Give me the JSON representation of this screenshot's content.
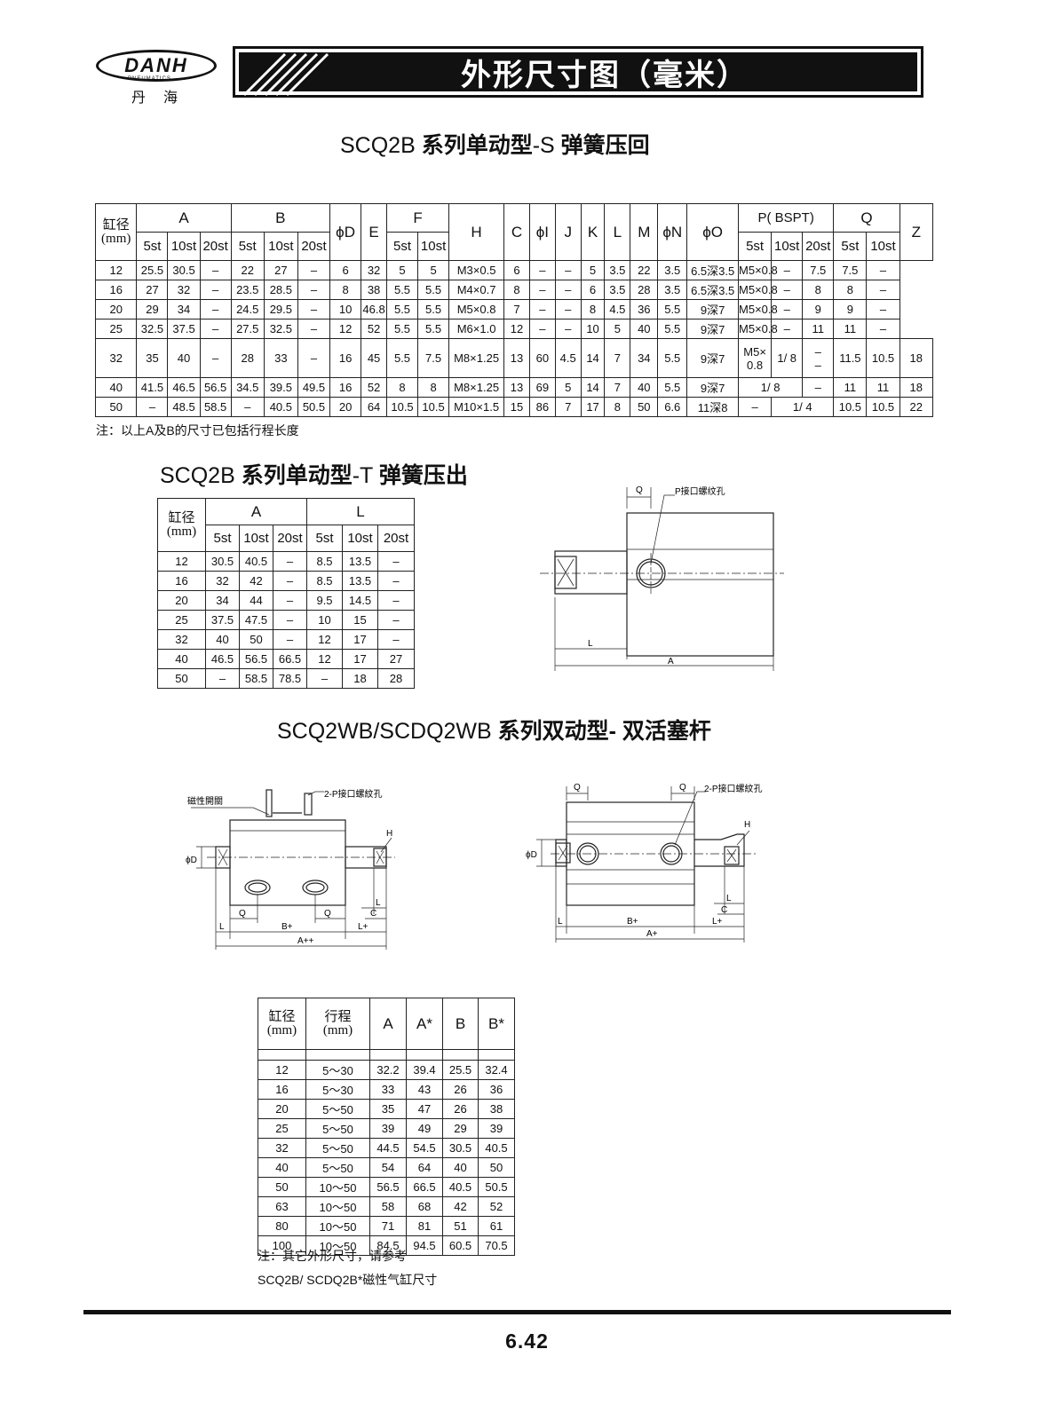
{
  "header": {
    "brand": "DANH",
    "brand_sub": "PNEUMATICS",
    "brand_cn": "丹海",
    "title": "外形尺寸图（毫米）"
  },
  "section1": {
    "title_prefix": "SCQ2B ",
    "title_bold": "系列单动型",
    "title_suffix": "-S ",
    "title_tail": "弹簧压回",
    "headers": {
      "bore": "缸径\n(mm)",
      "A": "A",
      "B": "B",
      "D": "ϕD",
      "E": "E",
      "F": "F",
      "H": "H",
      "C": "C",
      "I": "ϕI",
      "J": "J",
      "K": "K",
      "L": "L",
      "M": "M",
      "N": "ϕN",
      "O": "ϕO",
      "P": "P( BSPT)",
      "Q": "Q",
      "Z": "Z",
      "st5": "5st",
      "st10": "10st",
      "st20": "20st"
    },
    "rows": [
      [
        "12",
        "25.5",
        "30.5",
        "–",
        "22",
        "27",
        "–",
        "6",
        "32",
        "5",
        "5",
        "M3×0.5",
        "6",
        "–",
        "–",
        "5",
        "3.5",
        "22",
        "3.5",
        "6.5深3.5",
        "M5×0.8",
        "–",
        "7.5",
        "7.5",
        "–"
      ],
      [
        "16",
        "27",
        "32",
        "–",
        "23.5",
        "28.5",
        "–",
        "8",
        "38",
        "5.5",
        "5.5",
        "M4×0.7",
        "8",
        "–",
        "–",
        "6",
        "3.5",
        "28",
        "3.5",
        "6.5深3.5",
        "M5×0.8",
        "–",
        "8",
        "8",
        "–"
      ],
      [
        "20",
        "29",
        "34",
        "–",
        "24.5",
        "29.5",
        "–",
        "10",
        "46.8",
        "5.5",
        "5.5",
        "M5×0.8",
        "7",
        "–",
        "–",
        "8",
        "4.5",
        "36",
        "5.5",
        "9深7",
        "M5×0.8",
        "–",
        "9",
        "9",
        "–"
      ],
      [
        "25",
        "32.5",
        "37.5",
        "–",
        "27.5",
        "32.5",
        "–",
        "12",
        "52",
        "5.5",
        "5.5",
        "M6×1.0",
        "12",
        "–",
        "–",
        "10",
        "5",
        "40",
        "5.5",
        "9深7",
        "M5×0.8",
        "–",
        "11",
        "11",
        "–"
      ]
    ],
    "row32": {
      "cells_a": [
        "32",
        "35",
        "40",
        "–",
        "28",
        "33",
        "–",
        "16",
        "45",
        "5.5",
        "7.5",
        "M8×1.25",
        "13",
        "60",
        "4.5",
        "14",
        "7",
        "34",
        "5.5",
        "9深7"
      ],
      "p5": "M5×\n0.8",
      "p10": "1/ 8",
      "p20": "–\n–",
      "cells_b": [
        "11.5",
        "10.5",
        "18"
      ]
    },
    "row40": {
      "cells_a": [
        "40",
        "41.5",
        "46.5",
        "56.5",
        "34.5",
        "39.5",
        "49.5",
        "16",
        "52",
        "8",
        "8",
        "M8×1.25",
        "13",
        "69",
        "5",
        "14",
        "7",
        "40",
        "5.5",
        "9深7"
      ],
      "p510": "1/ 8",
      "p20": "–",
      "cells_b": [
        "11",
        "11",
        "18"
      ]
    },
    "row50": {
      "cells_a": [
        "50",
        "–",
        "48.5",
        "58.5",
        "–",
        "40.5",
        "50.5",
        "20",
        "64",
        "10.5",
        "10.5",
        "M10×1.5",
        "15",
        "86",
        "7",
        "17",
        "8",
        "50",
        "6.6",
        "11深8"
      ],
      "p5": "–",
      "p1020": "1/ 4",
      "cells_b": [
        "10.5",
        "10.5",
        "22"
      ]
    },
    "note": "注：以上A及B的尺寸已包括行程长度"
  },
  "section2": {
    "title_prefix": "SCQ2B  ",
    "title_bold": "系列单动型",
    "title_suffix": "-T  ",
    "title_tail": "弹簧压出",
    "headers": {
      "bore": "缸径\n(mm)",
      "A": "A",
      "L": "L",
      "st5": "5st",
      "st10": "10st",
      "st20": "20st"
    },
    "rows": [
      [
        "12",
        "30.5",
        "40.5",
        "–",
        "8.5",
        "13.5",
        "–"
      ],
      [
        "16",
        "32",
        "42",
        "–",
        "8.5",
        "13.5",
        "–"
      ],
      [
        "20",
        "34",
        "44",
        "–",
        "9.5",
        "14.5",
        "–"
      ],
      [
        "25",
        "37.5",
        "47.5",
        "–",
        "10",
        "15",
        "–"
      ],
      [
        "32",
        "40",
        "50",
        "–",
        "12",
        "17",
        "–"
      ],
      [
        "40",
        "46.5",
        "56.5",
        "66.5",
        "12",
        "17",
        "27"
      ],
      [
        "50",
        "–",
        "58.5",
        "78.5",
        "–",
        "18",
        "28"
      ]
    ],
    "diagram": {
      "label_q": "Q",
      "label_p": "P接口螺纹孔",
      "label_l": "L",
      "label_a": "A"
    }
  },
  "section3": {
    "title_prefix": "SCQ2WB/SCDQ2WB ",
    "title_bold": "系列双动型-  双活塞杆",
    "diagram_left": {
      "label_switch": "磁性開關",
      "label_p": "2-P接口螺紋孔",
      "label_h": "H",
      "label_d": "ϕD",
      "label_q1": "Q",
      "label_q2": "Q",
      "label_l1": "L",
      "label_l2": "L",
      "label_c": "C",
      "label_b": "B+",
      "label_lp": "L+",
      "label_a": "A++"
    },
    "diagram_right": {
      "label_q1": "Q",
      "label_q2": "Q",
      "label_p": "2-P接口螺紋孔",
      "label_h": "H",
      "label_d": "ϕD",
      "label_l1": "L",
      "label_l2": "L",
      "label_c": "C",
      "label_b": "B+",
      "label_lp": "L+",
      "label_a": "A+"
    },
    "headers": {
      "bore": "缸径\n(mm)",
      "stroke": "行程\n(mm)",
      "A": "A",
      "As": "A*",
      "B": "B",
      "Bs": "B*"
    },
    "rows": [
      [
        "12",
        "5～30",
        "32.2",
        "39.4",
        "25.5",
        "32.4"
      ],
      [
        "16",
        "5～30",
        "33",
        "43",
        "26",
        "36"
      ],
      [
        "20",
        "5～50",
        "35",
        "47",
        "26",
        "38"
      ],
      [
        "25",
        "5～50",
        "39",
        "49",
        "29",
        "39"
      ],
      [
        "32",
        "5～50",
        "44.5",
        "54.5",
        "30.5",
        "40.5"
      ],
      [
        "40",
        "5～50",
        "54",
        "64",
        "40",
        "50"
      ],
      [
        "50",
        "10～50",
        "56.5",
        "66.5",
        "40.5",
        "50.5"
      ],
      [
        "63",
        "10～50",
        "58",
        "68",
        "42",
        "52"
      ],
      [
        "80",
        "10～50",
        "71",
        "81",
        "51",
        "61"
      ],
      [
        "100",
        "10～50",
        "84.5",
        "94.5",
        "60.5",
        "70.5"
      ]
    ],
    "note1": "注：其它外形尺寸，请参考",
    "note2": "SCQ2B/ SCDQ2B*磁性气缸尺寸"
  },
  "footer": {
    "page": "6.42"
  }
}
